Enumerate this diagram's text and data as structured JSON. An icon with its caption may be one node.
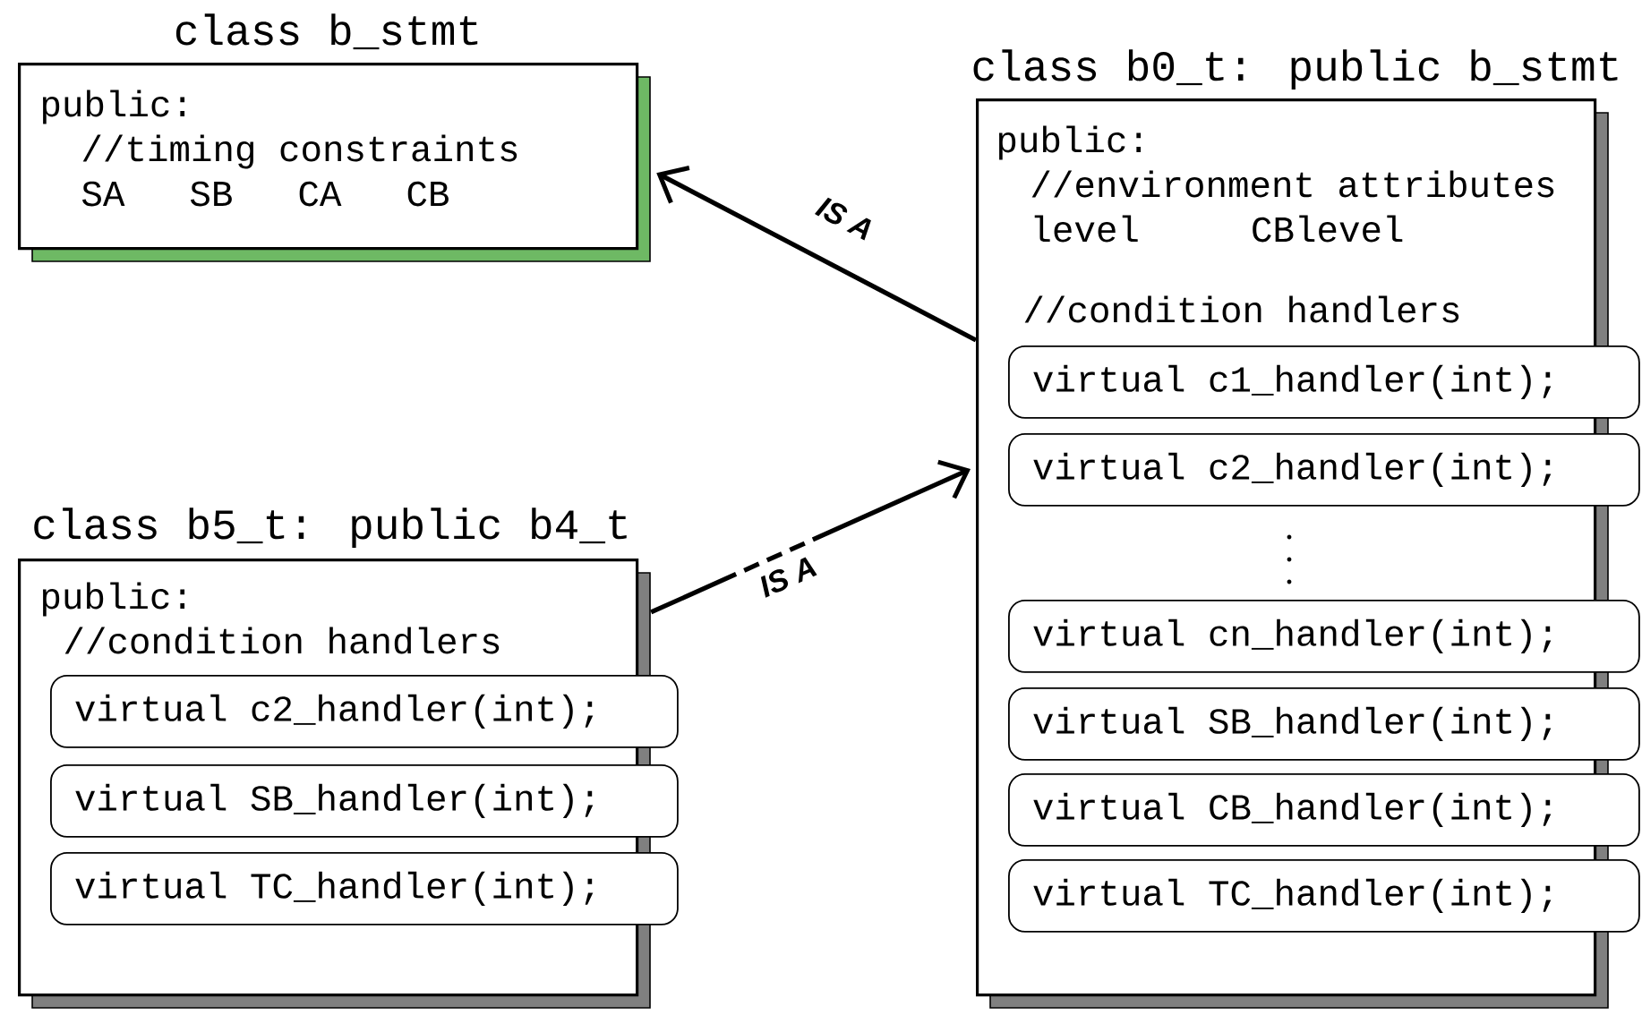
{
  "diagram": {
    "nodes": [
      {
        "text": [
          "class b_stmt",
          "public:",
          "//timing constraints",
          "SA SB CA CB"
        ]
      },
      {
        "text": [
          "class b0_t: public b_stmt",
          "public:",
          "//environment attributes",
          "level CBlevel",
          "//condition handlers"
        ]
      },
      {
        "text": [
          "virtual c1_handler(int);"
        ],
        "in": 1
      },
      {
        "text": [
          "virtual c2_handler(int);"
        ],
        "in": 1
      },
      {
        "text": [
          "virtual cn_handler(int);"
        ],
        "in": 1
      },
      {
        "text": [
          "virtual SB_handler(int);"
        ],
        "in": 1
      },
      {
        "text": [
          "virtual CB_handler(int);"
        ],
        "in": 1
      },
      {
        "text": [
          "virtual TC_handler(int);"
        ],
        "in": 1
      },
      {
        "text": [
          "class b5_t: public b4_t",
          "public:",
          "//condition handlers"
        ]
      },
      {
        "text": [
          "virtual c2_handler(int);"
        ],
        "in": 8
      },
      {
        "text": [
          "virtual SB_handler(int);"
        ],
        "in": 8
      },
      {
        "text": [
          "virtual TC_handler(int);"
        ],
        "in": 8
      }
    ],
    "edges": [
      {
        "from": 1,
        "to": 0,
        "arrow": "to",
        "label": "IS A"
      },
      {
        "from": 8,
        "to": 1,
        "arrow": "to",
        "label": "IS A",
        "style": "dashed"
      }
    ]
  }
}
